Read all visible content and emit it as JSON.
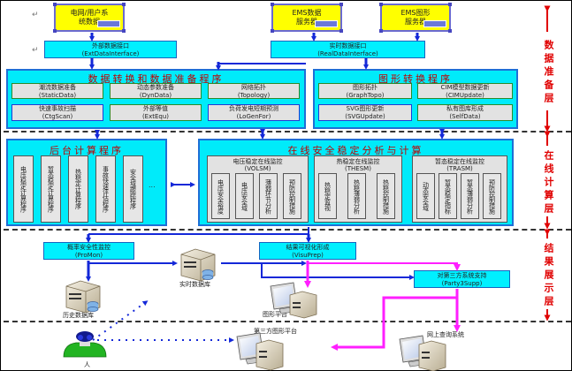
{
  "top_sources": {
    "grid_user_data": "电网/用户系统数据",
    "ems_data_server": "EMS数据服务器",
    "ems_graph_server": "EMS图形服务器"
  },
  "interfaces": {
    "ext_data": {
      "title": "外部数据接口",
      "code": "(ExtDataInterface)"
    },
    "real_data": {
      "title": "实时数据接口",
      "code": "(RealDataInterface)"
    }
  },
  "data_prep": {
    "title": "数据转换和数据准备程序",
    "items": [
      {
        "title": "潮流数据准备",
        "code": "(StaticData)"
      },
      {
        "title": "动态参数准备",
        "code": "(DynData)"
      },
      {
        "title": "网络拓扑",
        "code": "(Topology)"
      },
      {
        "title": "快速事故扫描",
        "code": "(CtgScan)"
      },
      {
        "title": "外部等值",
        "code": "(ExtEqu)"
      },
      {
        "title": "负荷发电短期预测",
        "code": "(LoGenFor)"
      }
    ]
  },
  "graph_conv": {
    "title": "图形转换程序",
    "items": [
      {
        "title": "图形拓扑",
        "code": "(GraphTopo)"
      },
      {
        "title": "CIM模型数据更新",
        "code": "(CIMUpdate)"
      },
      {
        "title": "SVG图形更新",
        "code": "(SVGUpdate)"
      },
      {
        "title": "私有图库形成",
        "code": "(SelfData)"
      }
    ]
  },
  "backend": {
    "title": "后台计算程序",
    "items": [
      "电压稳定计算程序",
      "暂态稳定计算程序",
      "热稳定计算程序",
      "事故快速评估程序",
      "安全域跟踪程序"
    ],
    "more": "..."
  },
  "online": {
    "title": "在线安全稳定分析与计算",
    "groups": [
      {
        "title": "电压稳定在线监控",
        "code": "(VOLSM)",
        "items": [
          "电压安全裕度",
          "电压安全域",
          "薄弱环节分析",
          "预防控制措施"
        ]
      },
      {
        "title": "热稳定在线监控",
        "code": "(THESM)",
        "items": [
          "热稳定监视",
          "热稳薄弱分析",
          "热稳控制措施"
        ]
      },
      {
        "title": "暂态稳定在线监控",
        "code": "(TRASM)",
        "items": [
          "动态安全域",
          "暂态稳定指标",
          "暂态薄弱分析",
          "预防控制措施"
        ]
      }
    ]
  },
  "results": {
    "promon": {
      "title": "概率安全性监控",
      "code": "(ProMon)"
    },
    "visuprep": {
      "title": "结果可视化形成",
      "code": "(VisuPrep)"
    },
    "party3": {
      "title": "对第三方系统支持",
      "code": "(Party3Supp)"
    },
    "realtime_db": "实时数据库",
    "history_db": "历史数据库",
    "graph_platform": "图形平台",
    "third_party_platform": "第三方图形平台",
    "web_query": "网上查询系统",
    "user": "人"
  },
  "layers": {
    "prep": "数据准备层",
    "compute": "在线计算层",
    "display": "结果展示层"
  },
  "colors": {
    "cyan": "#00ebfa",
    "yellow": "#ffff00",
    "title_red": "#c00000",
    "arrow_blue": "#1428d8",
    "arrow_magenta": "#ff1fff",
    "layer_red": "#e00000"
  }
}
